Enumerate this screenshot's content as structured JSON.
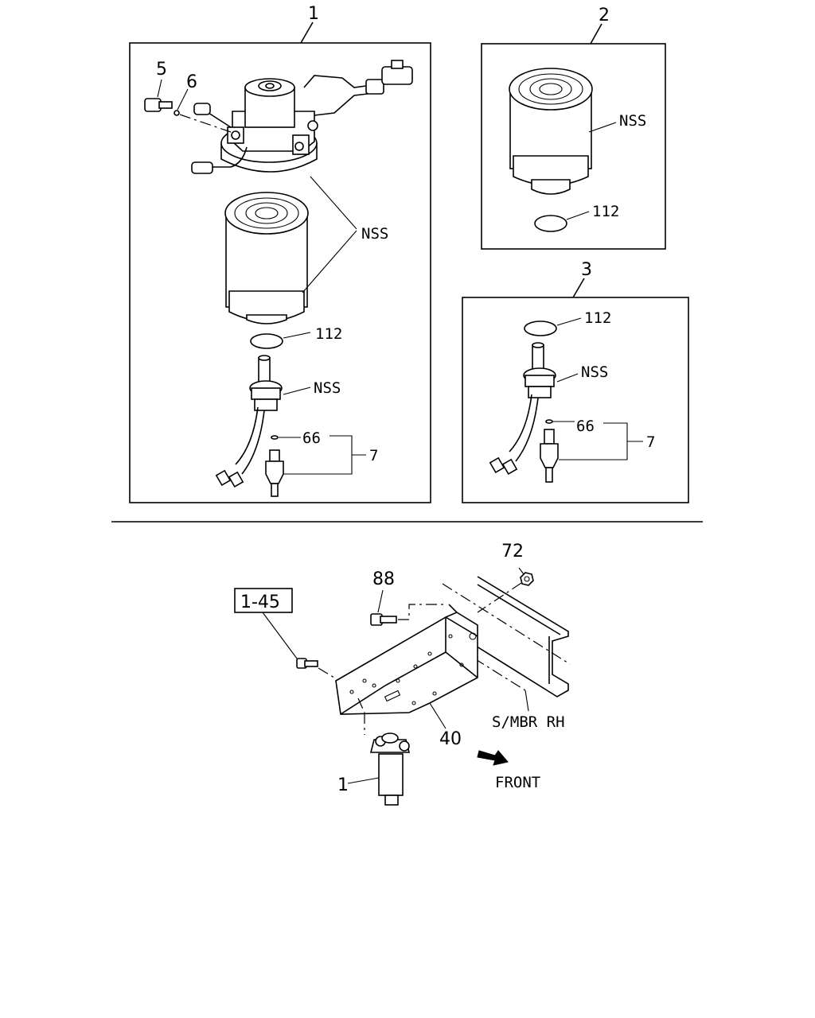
{
  "callouts": {
    "assembly_1": "1",
    "assembly_2": "2",
    "assembly_3": "3",
    "bolt_5": "5",
    "washer_6": "6",
    "nss_head": "NSS",
    "nss_element_2": "NSS",
    "oring_112_a": "112",
    "oring_112_b": "112",
    "oring_112_c": "112",
    "nss_sensor_1": "NSS",
    "nss_sensor_3": "NSS",
    "oring_66_a": "66",
    "oring_66_b": "66",
    "sensor_7_a": "7",
    "sensor_7_b": "7",
    "nut_72": "72",
    "bolt_88": "88",
    "ref_box": "1-45",
    "bracket_40": "40",
    "filter_1": "1",
    "side_member": "S/MBR RH",
    "front": "FRONT"
  }
}
